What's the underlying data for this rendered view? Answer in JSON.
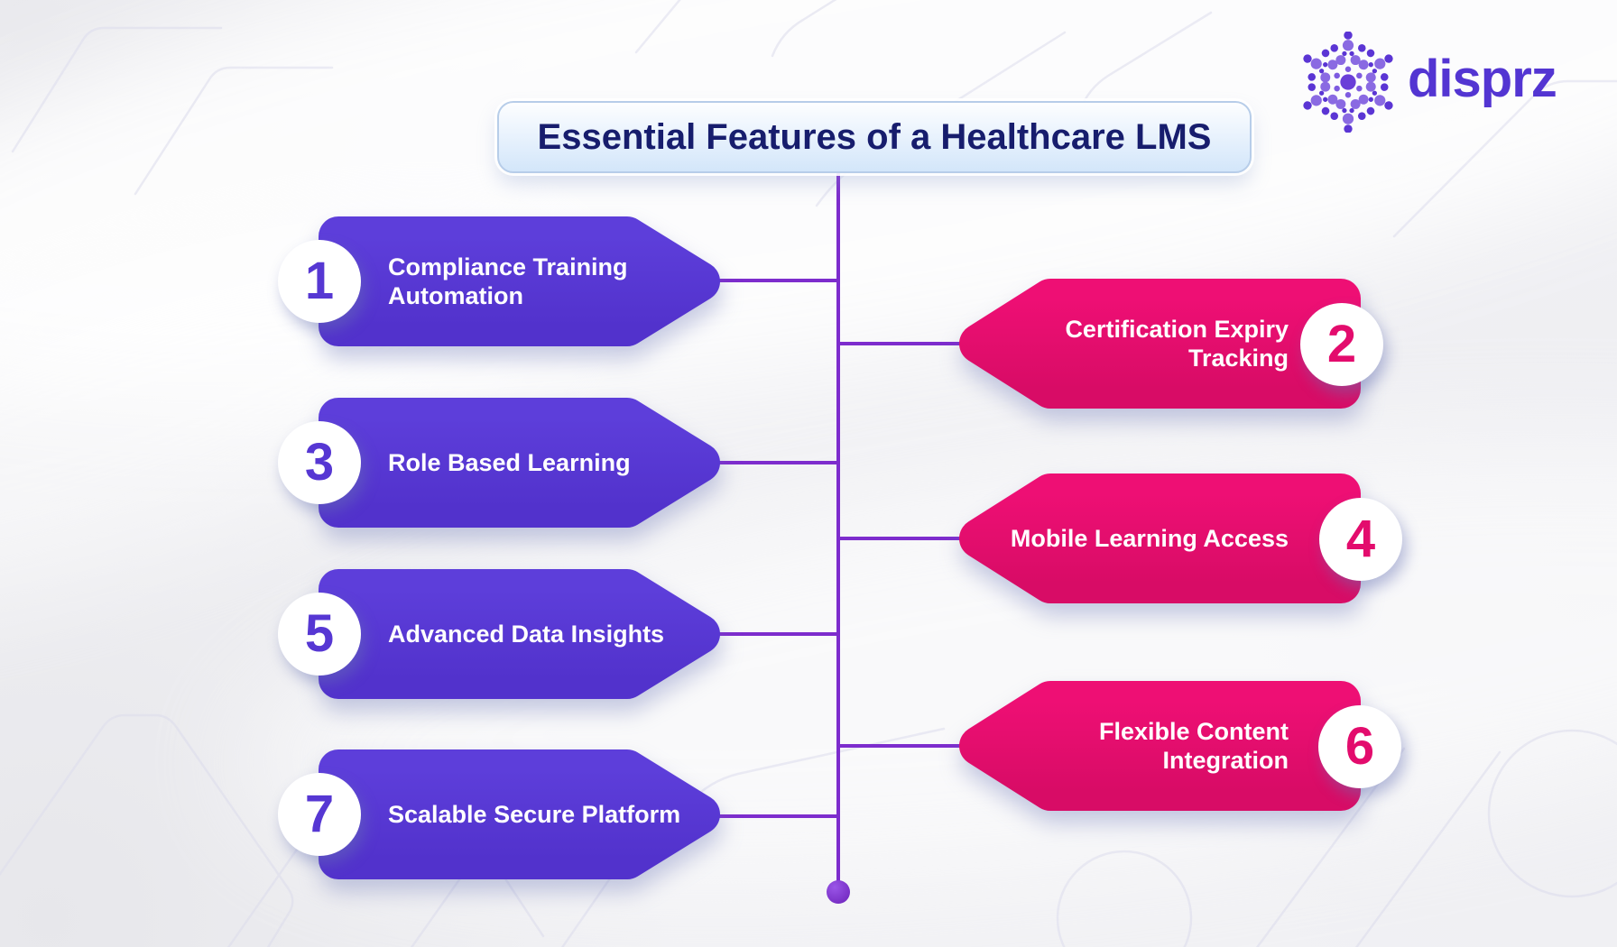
{
  "page": {
    "title": "Essential Features of a Healthcare LMS"
  },
  "brand": {
    "name": "disprz",
    "logo_icon": "dotted-snowflake-icon"
  },
  "colors": {
    "purple_banner": "#5839d4",
    "pink_banner": "#e30c6d",
    "spine_line": "#7d2ccd",
    "title_text": "#171d6d",
    "title_box_bg": "#d3e6fa",
    "title_box_border": "#b7cde9",
    "brand_purple": "#5335d2",
    "background": "#f1f1f4"
  },
  "features": [
    {
      "number": "1",
      "label": "Compliance Training\nAutomation",
      "side": "left",
      "color": "#5839d4"
    },
    {
      "number": "2",
      "label": "Certification Expiry\nTracking",
      "side": "right",
      "color": "#e30c6d"
    },
    {
      "number": "3",
      "label": "Role Based Learning",
      "side": "left",
      "color": "#5839d4"
    },
    {
      "number": "4",
      "label": "Mobile Learning Access",
      "side": "right",
      "color": "#e30c6d"
    },
    {
      "number": "5",
      "label": "Advanced Data Insights",
      "side": "left",
      "color": "#5839d4"
    },
    {
      "number": "6",
      "label": "Flexible Content\nIntegration",
      "side": "right",
      "color": "#e30c6d"
    },
    {
      "number": "7",
      "label": "Scalable Secure Platform",
      "side": "left",
      "color": "#5839d4"
    }
  ]
}
